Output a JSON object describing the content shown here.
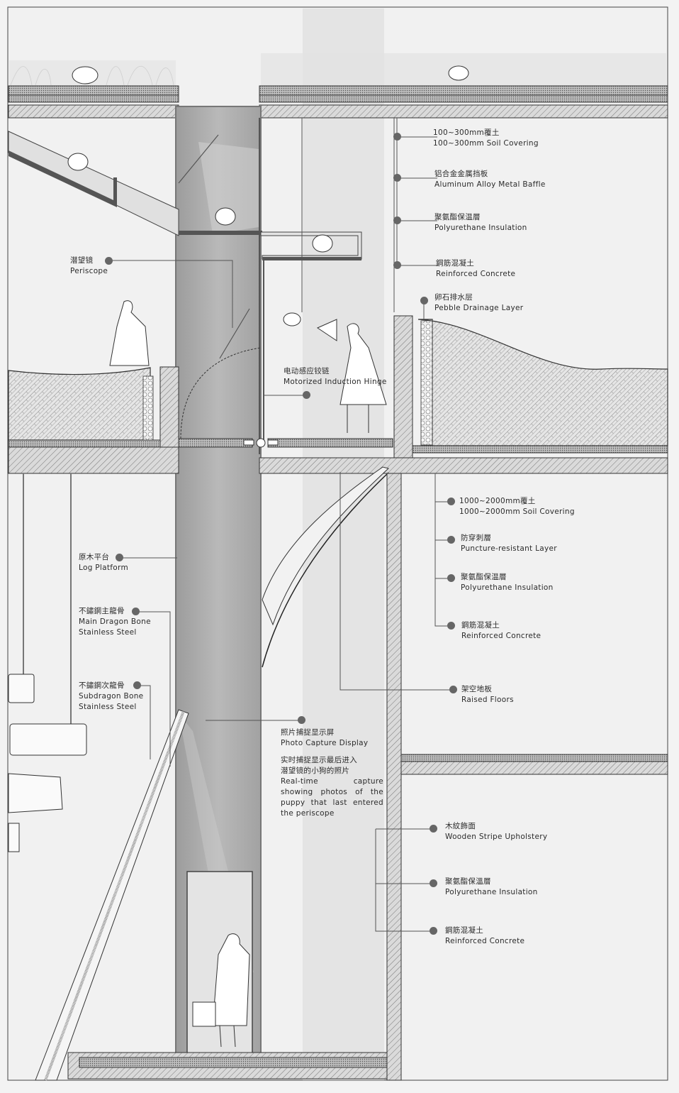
{
  "drawing": {
    "type": "architectural-section",
    "colors": {
      "background": "#f3f3f3",
      "line": "#333333",
      "concrete_fill": "#d6d6d6",
      "shaft_glass": "#a9a9a9",
      "leader_dot": "#666666",
      "text": "#2b2b2b"
    }
  },
  "callouts": {
    "roof_soil": {
      "zh": "100~300mm覆土",
      "en": "100~300mm Soil Covering"
    },
    "roof_baffle": {
      "zh": "铝合金金属挡板",
      "en": "Aluminum Alloy Metal Baffle"
    },
    "roof_insulation": {
      "zh": "聚氨酯保温層",
      "en": "Polyurethane Insulation"
    },
    "roof_concrete": {
      "zh": "鋼筋混凝土",
      "en": "Reinforced Concrete"
    },
    "pebble_drainage": {
      "zh": "卵石排水层",
      "en": "Pebble Drainage Layer"
    },
    "periscope": {
      "zh": "潜望镜",
      "en": "Periscope"
    },
    "hinge": {
      "zh": "电动感应铰链",
      "en": "Motorized Induction Hinge"
    },
    "deep_soil": {
      "zh": "1000~2000mm覆土",
      "en": "1000~2000mm Soil Covering"
    },
    "puncture": {
      "zh": "防穿刺層",
      "en": "Puncture-resistant Layer"
    },
    "mid_insulation": {
      "zh": "聚氨酯保温層",
      "en": "Polyurethane Insulation"
    },
    "mid_concrete": {
      "zh": "鋼筋混凝土",
      "en": "Reinforced Concrete"
    },
    "log_platform": {
      "zh": "原木平台",
      "en": "Log Platform"
    },
    "main_bone": {
      "zh": "不鏽鋼主龍骨",
      "en1": "Main Dragon Bone",
      "en2": "Stainless Steel"
    },
    "sub_bone": {
      "zh": "不鏽鋼次龍骨",
      "en1": "Subdragon Bone",
      "en2": "Stainless Steel"
    },
    "raised_floors": {
      "zh": "架空地板",
      "en": "Raised Floors"
    },
    "photo_display": {
      "zh": "照片捕捉显示屏",
      "en": "Photo Capture Display",
      "desc_zh1": "实时捕捉显示最后进入",
      "desc_zh2": "潜望镜的小狗的照片",
      "desc_en": "Real-time capture showing photos of the puppy that last entered the periscope"
    },
    "wood_stripe": {
      "zh": "木紋飾面",
      "en": "Wooden Stripe Upholstery"
    },
    "low_insulation": {
      "zh": "聚氨酯保溫層",
      "en": "Polyurethane Insulation"
    },
    "low_concrete": {
      "zh": "鋼筋混凝土",
      "en": "Reinforced Concrete"
    }
  }
}
